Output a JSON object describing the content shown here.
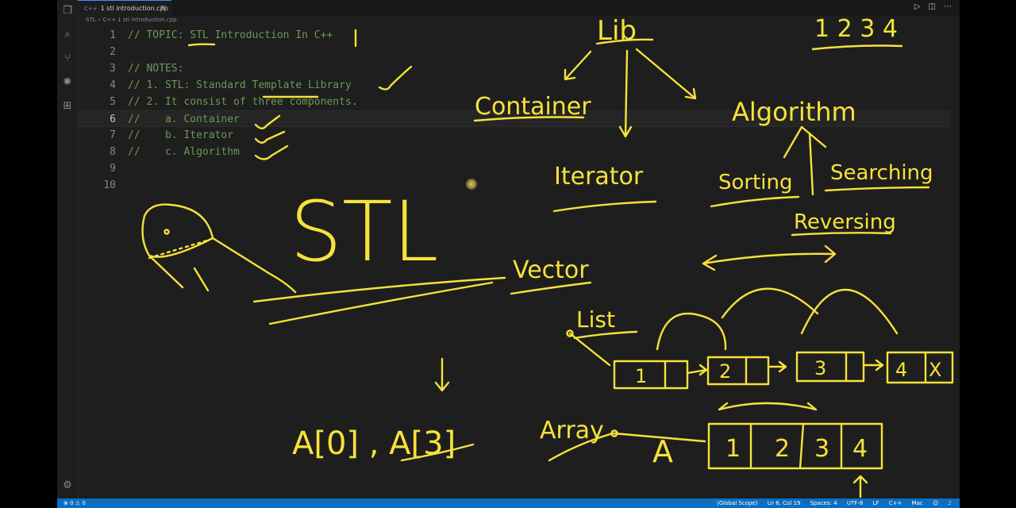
{
  "tab": {
    "icon": "C++",
    "label": "1 stl introduction.cpp",
    "close": "×"
  },
  "breadcrumb": {
    "folder": "STL",
    "icon": "C++",
    "file": "1 stl introduction.cpp"
  },
  "editor": {
    "lines": [
      {
        "n": "1",
        "text": "// TOPIC: STL Introduction In C++"
      },
      {
        "n": "2",
        "text": ""
      },
      {
        "n": "3",
        "text": "// NOTES:"
      },
      {
        "n": "4",
        "text": "// 1. STL: Standard Template Library"
      },
      {
        "n": "5",
        "text": "// 2. It consist of three components."
      },
      {
        "n": "6",
        "text": "//    a. Container"
      },
      {
        "n": "7",
        "text": "//    b. Iterator"
      },
      {
        "n": "8",
        "text": "//    c. Algorithm"
      },
      {
        "n": "9",
        "text": ""
      },
      {
        "n": "10",
        "text": ""
      }
    ]
  },
  "status": {
    "errors": "0",
    "warnings": "0",
    "scope": "(Global Scope)",
    "position": "Ln 6, Col 19",
    "spaces": "Spaces: 4",
    "encoding": "UTF-8",
    "eol": "LF",
    "language": "C++",
    "platform": "Mac"
  },
  "annotations": {
    "lib": "Lib",
    "numbers": "1 2 3 4",
    "container": "Container",
    "iterator": "Iterator",
    "algorithm": "Algorithm",
    "sorting": "Sorting",
    "searching": "Searching",
    "reversing": "Reversing",
    "stl": "STL",
    "vector": "Vector",
    "list": "List",
    "array": "Array",
    "a_label": "A",
    "index_expr": "A[0] , A[3]",
    "list_nodes": [
      "1",
      "2",
      "3",
      "4"
    ],
    "list_tail": "X",
    "array_cells": [
      "1",
      "2",
      "3",
      "4"
    ]
  }
}
